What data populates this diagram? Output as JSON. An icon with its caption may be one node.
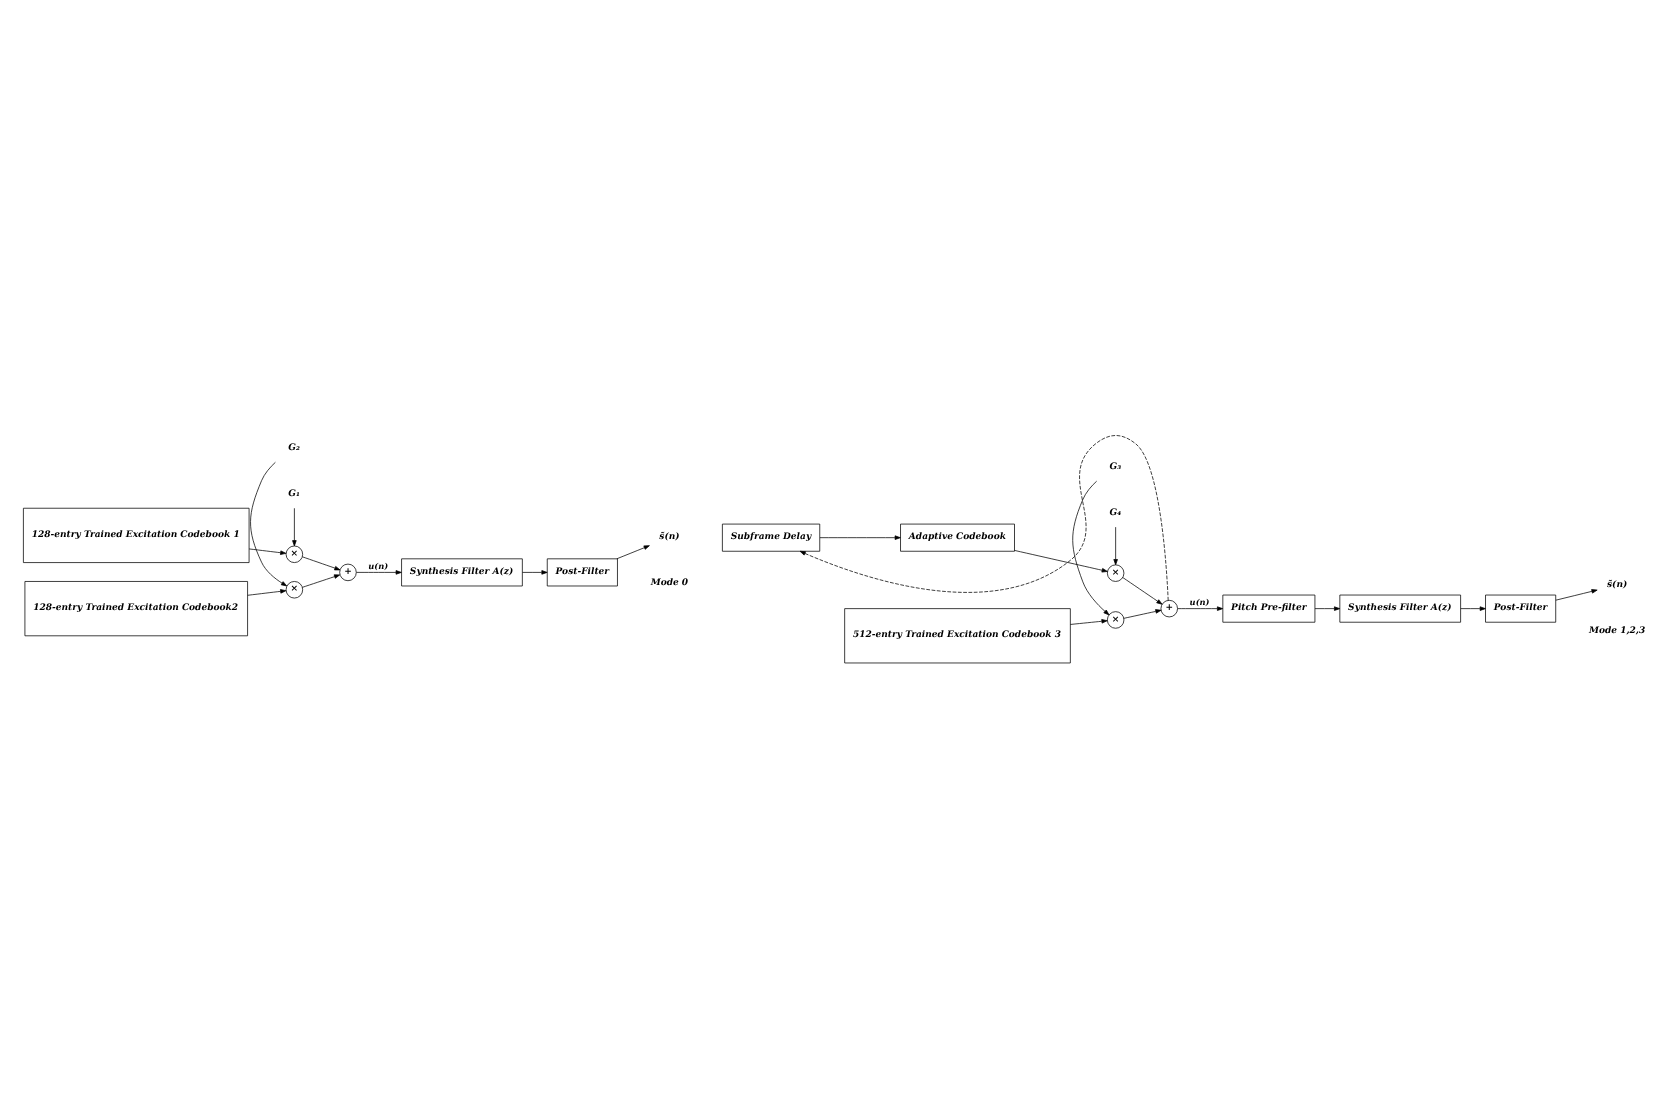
{
  "diagram": {
    "nodes": [
      {
        "text": [
          "128-entry Trained Excitation Codebook 1"
        ]
      },
      {
        "text": [
          "G₁"
        ]
      },
      {
        "text": [
          "×"
        ]
      },
      {
        "text": [
          "128-entry Trained Excitation Codebook2"
        ]
      },
      {
        "text": [
          "×"
        ]
      },
      {
        "text": [
          "G₂"
        ]
      },
      {
        "text": [
          "+"
        ]
      },
      {
        "text": [
          "Synthesis Filter A(z)"
        ]
      },
      {
        "text": [
          "Post-Filter"
        ]
      },
      {
        "text": [
          "s̃(n)"
        ]
      },
      {
        "text": [
          "Subframe Delay"
        ]
      },
      {
        "text": [
          "Adaptive Codebook"
        ]
      },
      {
        "text": [
          "G₄"
        ]
      },
      {
        "text": [
          "×"
        ]
      },
      {
        "text": [
          "512-entry Trained Excitation Codebook 3"
        ]
      },
      {
        "text": [
          "×"
        ]
      },
      {
        "text": [
          "G₃"
        ]
      },
      {
        "text": [
          "+"
        ]
      },
      {
        "text": [
          "Pitch Pre-filter"
        ]
      },
      {
        "text": [
          "Synthesis Filter A(z)"
        ]
      },
      {
        "text": [
          "Post-Filter"
        ]
      },
      {
        "text": [
          "s̃(n)"
        ]
      }
    ],
    "edges": [
      {
        "from": 0,
        "to": 2,
        "arrow": "to"
      },
      {
        "from": 1,
        "to": 2,
        "arrow": "to"
      },
      {
        "from": 3,
        "to": 4,
        "arrow": "to"
      },
      {
        "from": 5,
        "to": 4,
        "arrow": "to"
      },
      {
        "from": 2,
        "to": 6,
        "arrow": "to"
      },
      {
        "from": 4,
        "to": 6,
        "arrow": "to"
      },
      {
        "from": 6,
        "to": 7,
        "arrow": "to",
        "label": "u(n)"
      },
      {
        "from": 7,
        "to": 8,
        "arrow": "to"
      },
      {
        "from": 8,
        "to": 9,
        "arrow": "to"
      },
      {
        "from": 10,
        "to": 11,
        "arrow": "to"
      },
      {
        "from": 11,
        "to": 13,
        "arrow": "to"
      },
      {
        "from": 12,
        "to": 13,
        "arrow": "to"
      },
      {
        "from": 14,
        "to": 15,
        "arrow": "to"
      },
      {
        "from": 16,
        "to": 15,
        "arrow": "to"
      },
      {
        "from": 13,
        "to": 17,
        "arrow": "to"
      },
      {
        "from": 15,
        "to": 17,
        "arrow": "to"
      },
      {
        "from": 17,
        "to": 18,
        "arrow": "to",
        "label": "u(n)"
      },
      {
        "from": 17,
        "to": 10,
        "arrow": "to",
        "style": "dashed"
      },
      {
        "from": 18,
        "to": 19,
        "arrow": "to"
      },
      {
        "from": 19,
        "to": 20,
        "arrow": "to"
      },
      {
        "from": 20,
        "to": 21,
        "arrow": "to"
      }
    ],
    "labels": [
      "Mode 0",
      "Mode 1,2,3"
    ]
  }
}
